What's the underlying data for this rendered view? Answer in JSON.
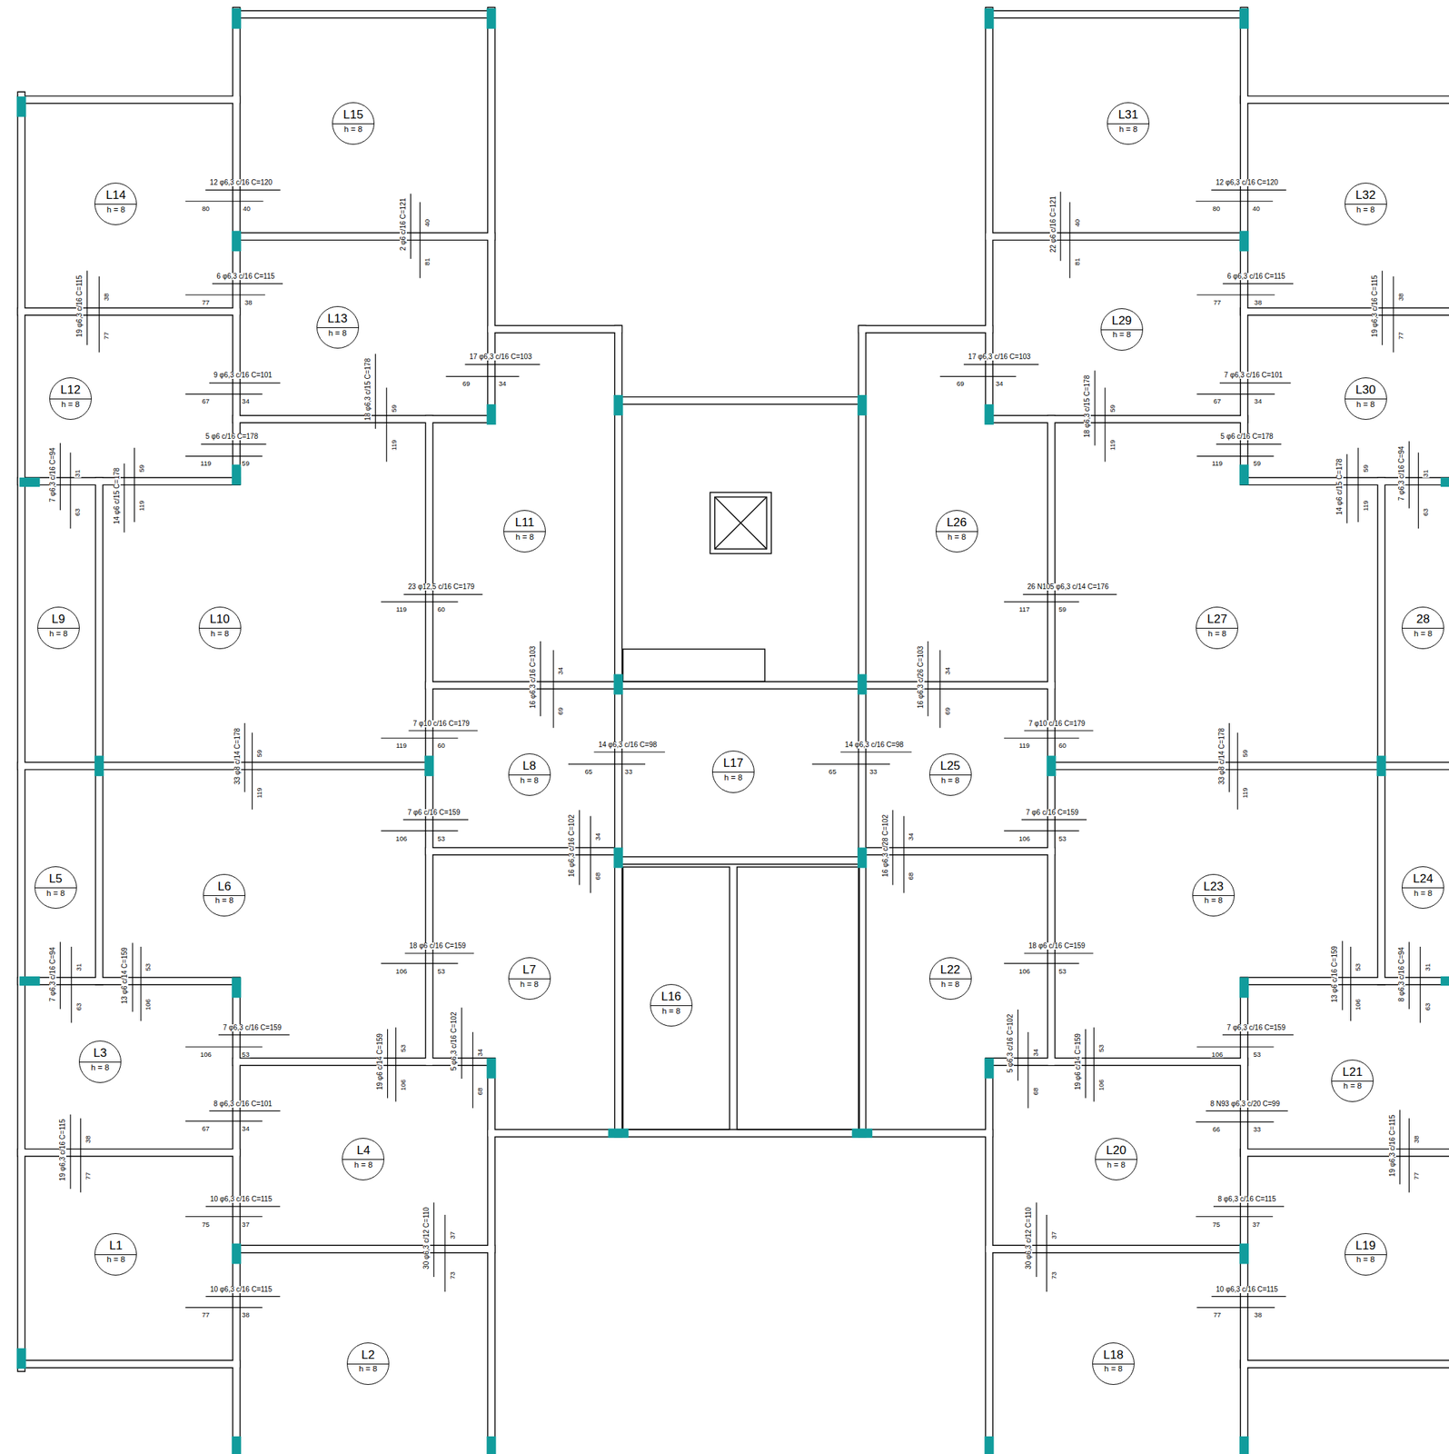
{
  "diagram": {
    "nodes": [
      {
        "text": [
          "L15",
          "h = 8"
        ]
      },
      {
        "text": [
          "L31",
          "h = 8"
        ]
      },
      {
        "text": [
          "L14",
          "h = 8"
        ]
      },
      {
        "text": [
          "L32",
          "h = 8"
        ]
      },
      {
        "text": [
          "L13",
          "h = 8"
        ]
      },
      {
        "text": [
          "L29",
          "h = 8"
        ]
      },
      {
        "text": [
          "L12",
          "h = 8"
        ]
      },
      {
        "text": [
          "L30",
          "h = 8"
        ]
      },
      {
        "text": [
          "L11",
          "h = 8"
        ]
      },
      {
        "text": [
          "L26",
          "h = 8"
        ]
      },
      {
        "text": [
          "L9",
          "h = 8"
        ]
      },
      {
        "text": [
          "L10",
          "h = 8"
        ]
      },
      {
        "text": [
          "L27",
          "h = 8"
        ]
      },
      {
        "text": [
          "28",
          "h = 8"
        ]
      },
      {
        "text": [
          "L17",
          "h = 8"
        ]
      },
      {
        "text": [
          "L8",
          "h = 8"
        ]
      },
      {
        "text": [
          "L25",
          "h = 8"
        ]
      },
      {
        "text": [
          "L5",
          "h = 8"
        ]
      },
      {
        "text": [
          "L24",
          "h = 8"
        ]
      },
      {
        "text": [
          "L6",
          "h = 8"
        ]
      },
      {
        "text": [
          "L23",
          "h = 8"
        ]
      },
      {
        "text": [
          "L7",
          "h = 8"
        ]
      },
      {
        "text": [
          "L22",
          "h = 8"
        ]
      },
      {
        "text": [
          "L16",
          "h = 8"
        ]
      },
      {
        "text": [
          "L3",
          "h = 8"
        ]
      },
      {
        "text": [
          "L21",
          "h = 8"
        ]
      },
      {
        "text": [
          "L4",
          "h = 8"
        ]
      },
      {
        "text": [
          "L20",
          "h = 8"
        ]
      },
      {
        "text": [
          "L1",
          "h = 8"
        ]
      },
      {
        "text": [
          "L19",
          "h = 8"
        ]
      },
      {
        "text": [
          "L2",
          "h = 8"
        ]
      },
      {
        "text": [
          "L18",
          "h = 8"
        ]
      }
    ],
    "labels": [
      "12 φ6,3 c/16 C=120",
      "80",
      "40",
      "2 φ6 c/16 C=121",
      "40",
      "81",
      "6 φ6,3 c/16 C=115",
      "77",
      "38",
      "19 φ6,3 c/16 C=115",
      "38",
      "77",
      "9 φ6,3 c/16 C=101",
      "67",
      "34",
      "18 φ6,3 c/15 C=178",
      "59",
      "119",
      "17 φ6,3 c/16 C=103",
      "69",
      "34",
      "5 φ6 c/16 C=178",
      "119",
      "59",
      "7 φ6,3 c/16 C=94",
      "31",
      "63",
      "14 φ6 c/15 C=178",
      "59",
      "119",
      "23 φ12,5 c/16 C=179",
      "119",
      "60",
      "16 φ6,3 c/16 C=103",
      "34",
      "69",
      "7 φ10 c/16 C=179",
      "119",
      "60",
      "33 φ8 c/14 C=178",
      "59",
      "119",
      "14 φ6,3 c/16 C=98",
      "65",
      "33",
      "7 φ6 c/16 C=159",
      "106",
      "53",
      "16 φ6,3 c/16 C=102",
      "34",
      "68",
      "18 φ6 c/16 C=159",
      "106",
      "53",
      "7 φ6,3 c/16 C=94",
      "31",
      "63",
      "13 φ6 c/14 C=159",
      "53",
      "106",
      "7 φ6,3 c/16 C=159",
      "106",
      "53",
      "19 φ6 c/14 C=159",
      "53",
      "106",
      "5 φ6,3 c/16 C=102",
      "34",
      "68",
      "8 φ6,3 c/16 C=101",
      "67",
      "34",
      "19 φ6,3 c/16 C=115",
      "38",
      "77",
      "10 φ6,3 c/16 C=115",
      "75",
      "37",
      "30 φ6,3 c/12 C=110",
      "37",
      "73",
      "10 φ6,3 c/16 C=115",
      "77",
      "38",
      "12 φ6,3 c/16 C=120",
      "80",
      "40",
      "22 φ6 c/16 C=121",
      "40",
      "81",
      "6 φ6,3 c/16 C=115",
      "77",
      "38",
      "19 φ6,3 c/16 C=115",
      "38",
      "77",
      "7 φ6,3 c/16 C=101",
      "67",
      "34",
      "18 φ6,3 c/15 C=178",
      "59",
      "119",
      "17 φ6,3 c/16 C=103",
      "69",
      "34",
      "5 φ6 c/16 C=178",
      "119",
      "59",
      "14 φ6 c/15 C=178",
      "59",
      "119",
      "7 φ6,3 c/16 C=94",
      "31",
      "63",
      "26 N105 φ6,3 c/14 C=176",
      "117",
      "59",
      "16 φ6,3 c/26 C=103",
      "34",
      "69",
      "7 φ10 c/16 C=179",
      "119",
      "60",
      "33 φ8 c/14 C=178",
      "59",
      "119",
      "14 φ6,3 c/16 C=98",
      "65",
      "33",
      "7 φ6 c/16 C=159",
      "106",
      "53",
      "16 φ6,3 c/28 C=102",
      "34",
      "68",
      "18 φ6 c/16 C=159",
      "106",
      "53",
      "13 φ6 c/16 C=159",
      "53",
      "106",
      "8 φ6,3 c/16 C=94",
      "31",
      "63",
      "7 φ6,3 c/16 C=159",
      "106",
      "53",
      "5 φ6,3 c/16 C=102",
      "34",
      "68",
      "19 φ6 c/14 C=159",
      "53",
      "106",
      "8 N93 φ6,3 c/20 C=99",
      "66",
      "33",
      "19 φ6,3 c/16 C=115",
      "38",
      "77",
      "8 φ6,3 c/16 C=115",
      "75",
      "37",
      "30 φ6,3 c/12 C=110",
      "37",
      "73",
      "10 φ6,3 c/16 C=115",
      "77",
      "38"
    ]
  }
}
